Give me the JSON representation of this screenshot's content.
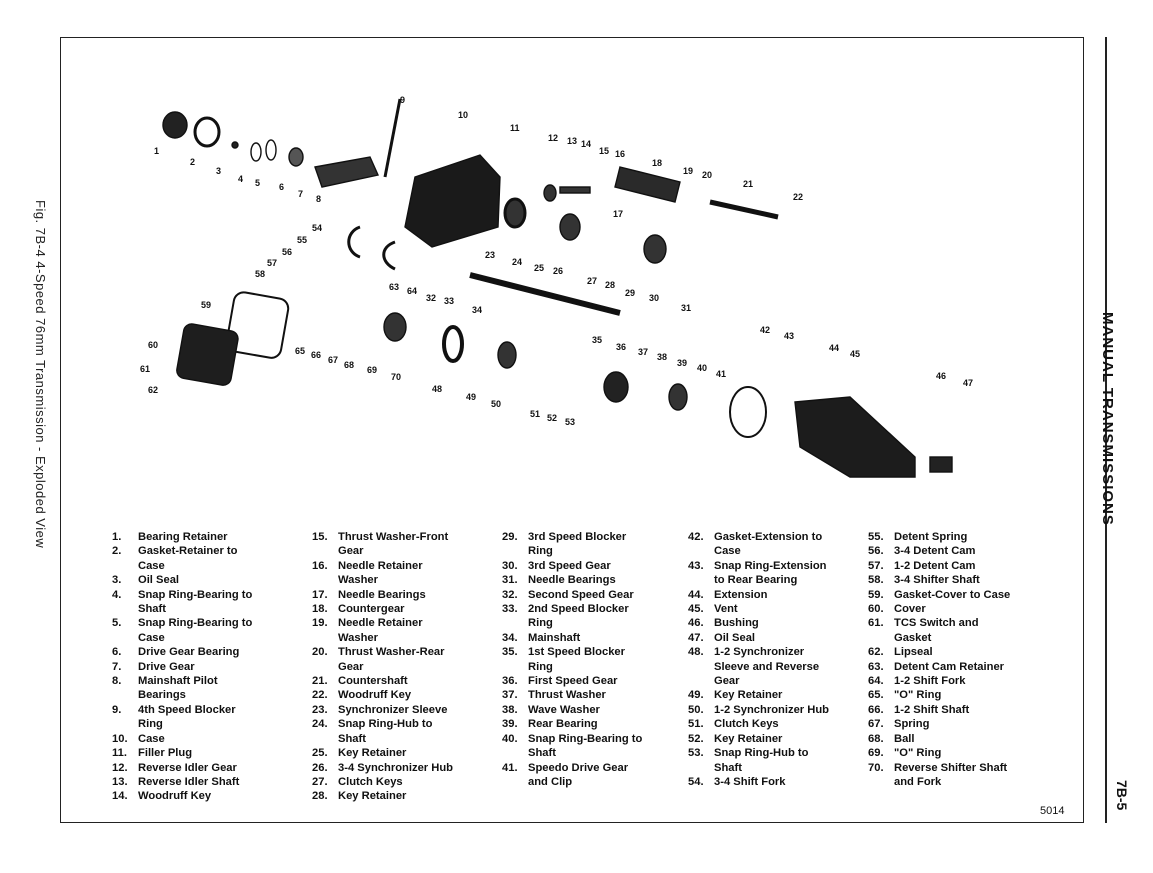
{
  "document": {
    "side_title": "MANUAL TRANSMISSIONS",
    "page_number": "7B-5",
    "figure_caption": "Fig. 7B-4 4-Speed 76mm Transmission - Exploded View",
    "figure_id": "5014"
  },
  "callouts": [
    "1",
    "2",
    "3",
    "4",
    "5",
    "6",
    "7",
    "8",
    "9",
    "10",
    "11",
    "12",
    "13",
    "14",
    "15",
    "16",
    "17",
    "18",
    "19",
    "20",
    "21",
    "22",
    "23",
    "24",
    "25",
    "26",
    "27",
    "28",
    "29",
    "30",
    "31",
    "32",
    "33",
    "34",
    "35",
    "36",
    "37",
    "38",
    "39",
    "40",
    "41",
    "42",
    "43",
    "44",
    "45",
    "46",
    "47",
    "48",
    "49",
    "50",
    "51",
    "52",
    "53",
    "54",
    "55",
    "56",
    "57",
    "58",
    "59",
    "60",
    "61",
    "62",
    "63",
    "64",
    "65",
    "66",
    "67",
    "68",
    "69",
    "70"
  ],
  "legend": {
    "columns": [
      [
        {
          "num": "1.",
          "text": "Bearing Retainer"
        },
        {
          "num": "2.",
          "text": "Gasket-Retainer to"
        },
        {
          "num": "",
          "text": "Case"
        },
        {
          "num": "3.",
          "text": "Oil Seal"
        },
        {
          "num": "4.",
          "text": "Snap Ring-Bearing to"
        },
        {
          "num": "",
          "text": "Shaft"
        },
        {
          "num": "5.",
          "text": "Snap Ring-Bearing to"
        },
        {
          "num": "",
          "text": "Case"
        },
        {
          "num": "6.",
          "text": "Drive Gear Bearing"
        },
        {
          "num": "7.",
          "text": "Drive Gear"
        },
        {
          "num": "8.",
          "text": "Mainshaft Pilot"
        },
        {
          "num": "",
          "text": "Bearings"
        },
        {
          "num": "9.",
          "text": "4th Speed Blocker"
        },
        {
          "num": "",
          "text": "Ring"
        },
        {
          "num": "10.",
          "text": "Case"
        },
        {
          "num": "11.",
          "text": "Filler Plug"
        },
        {
          "num": "12.",
          "text": "Reverse Idler Gear"
        },
        {
          "num": "13.",
          "text": "Reverse Idler Shaft"
        },
        {
          "num": "14.",
          "text": "Woodruff Key"
        }
      ],
      [
        {
          "num": "15.",
          "text": "Thrust Washer-Front"
        },
        {
          "num": "",
          "text": "Gear"
        },
        {
          "num": "16.",
          "text": "Needle Retainer"
        },
        {
          "num": "",
          "text": "Washer"
        },
        {
          "num": "17.",
          "text": "Needle Bearings"
        },
        {
          "num": "18.",
          "text": "Countergear"
        },
        {
          "num": "19.",
          "text": "Needle Retainer"
        },
        {
          "num": "",
          "text": "Washer"
        },
        {
          "num": "20.",
          "text": "Thrust Washer-Rear"
        },
        {
          "num": "",
          "text": "Gear"
        },
        {
          "num": "21.",
          "text": "Countershaft"
        },
        {
          "num": "22.",
          "text": "Woodruff Key"
        },
        {
          "num": "23.",
          "text": "Synchronizer Sleeve"
        },
        {
          "num": "24.",
          "text": "Snap Ring-Hub to"
        },
        {
          "num": "",
          "text": "Shaft"
        },
        {
          "num": "25.",
          "text": "Key Retainer"
        },
        {
          "num": "26.",
          "text": "3-4 Synchronizer Hub"
        },
        {
          "num": "27.",
          "text": "Clutch Keys"
        },
        {
          "num": "28.",
          "text": "Key Retainer"
        }
      ],
      [
        {
          "num": "29.",
          "text": "3rd Speed Blocker"
        },
        {
          "num": "",
          "text": "Ring"
        },
        {
          "num": "30.",
          "text": "3rd Speed Gear"
        },
        {
          "num": "31.",
          "text": "Needle Bearings"
        },
        {
          "num": "32.",
          "text": "Second Speed Gear"
        },
        {
          "num": "33.",
          "text": "2nd Speed Blocker"
        },
        {
          "num": "",
          "text": "Ring"
        },
        {
          "num": "34.",
          "text": "Mainshaft"
        },
        {
          "num": "35.",
          "text": "1st Speed Blocker"
        },
        {
          "num": "",
          "text": "Ring"
        },
        {
          "num": "36.",
          "text": "First Speed Gear"
        },
        {
          "num": "37.",
          "text": "Thrust Washer"
        },
        {
          "num": "38.",
          "text": "Wave Washer"
        },
        {
          "num": "39.",
          "text": "Rear Bearing"
        },
        {
          "num": "40.",
          "text": "Snap Ring-Bearing to"
        },
        {
          "num": "",
          "text": "Shaft"
        },
        {
          "num": "41.",
          "text": "Speedo Drive Gear"
        },
        {
          "num": "",
          "text": "and Clip"
        }
      ],
      [
        {
          "num": "42.",
          "text": "Gasket-Extension to"
        },
        {
          "num": "",
          "text": "Case"
        },
        {
          "num": "43.",
          "text": "Snap Ring-Extension"
        },
        {
          "num": "",
          "text": "to Rear Bearing"
        },
        {
          "num": "44.",
          "text": "Extension"
        },
        {
          "num": "45.",
          "text": "Vent"
        },
        {
          "num": "46.",
          "text": "Bushing"
        },
        {
          "num": "47.",
          "text": "Oil Seal"
        },
        {
          "num": "48.",
          "text": "1-2 Synchronizer"
        },
        {
          "num": "",
          "text": "Sleeve and Reverse"
        },
        {
          "num": "",
          "text": "Gear"
        },
        {
          "num": "49.",
          "text": "Key Retainer"
        },
        {
          "num": "50.",
          "text": "1-2 Synchronizer Hub"
        },
        {
          "num": "51.",
          "text": "Clutch Keys"
        },
        {
          "num": "52.",
          "text": "Key Retainer"
        },
        {
          "num": "53.",
          "text": "Snap Ring-Hub to"
        },
        {
          "num": "",
          "text": "Shaft"
        },
        {
          "num": "54.",
          "text": "3-4 Shift Fork"
        }
      ],
      [
        {
          "num": "55.",
          "text": "Detent Spring"
        },
        {
          "num": "56.",
          "text": "3-4 Detent Cam"
        },
        {
          "num": "57.",
          "text": "1-2 Detent Cam"
        },
        {
          "num": "58.",
          "text": "3-4 Shifter Shaft"
        },
        {
          "num": "59.",
          "text": "Gasket-Cover to Case"
        },
        {
          "num": "60.",
          "text": "Cover"
        },
        {
          "num": "61.",
          "text": "TCS Switch and"
        },
        {
          "num": "",
          "text": "Gasket"
        },
        {
          "num": "62.",
          "text": "Lipseal"
        },
        {
          "num": "63.",
          "text": "Detent Cam Retainer"
        },
        {
          "num": "64.",
          "text": "1-2 Shift Fork"
        },
        {
          "num": "65.",
          "text": "\"O\" Ring"
        },
        {
          "num": "66.",
          "text": "1-2 Shift Shaft"
        },
        {
          "num": "67.",
          "text": "Spring"
        },
        {
          "num": "68.",
          "text": "Ball"
        },
        {
          "num": "69.",
          "text": "\"O\" Ring"
        },
        {
          "num": "70.",
          "text": "Reverse Shifter Shaft"
        },
        {
          "num": "",
          "text": "and Fork"
        }
      ]
    ]
  }
}
